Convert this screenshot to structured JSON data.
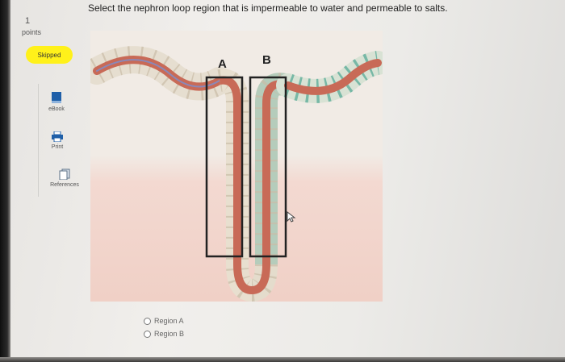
{
  "sidebar": {
    "question_number": "1",
    "points_label": "points",
    "status_badge": "Skipped",
    "tools": [
      {
        "label": "eBook",
        "icon": "ebook-icon"
      },
      {
        "label": "Print",
        "icon": "printer-icon"
      },
      {
        "label": "References",
        "icon": "references-icon"
      }
    ]
  },
  "question": {
    "text": "Select the nephron loop region that is impermeable to water and permeable to salts.",
    "figure": {
      "region_labels": [
        "A",
        "B"
      ]
    },
    "options": [
      "Region A",
      "Region B"
    ],
    "selected": null
  },
  "colors": {
    "badge": "#fff11a",
    "region_box": "#222222",
    "tubule": "#c86a57",
    "descending_epithelium": "#e9e2d3",
    "ascending_epithelium": "#5fae9a"
  }
}
